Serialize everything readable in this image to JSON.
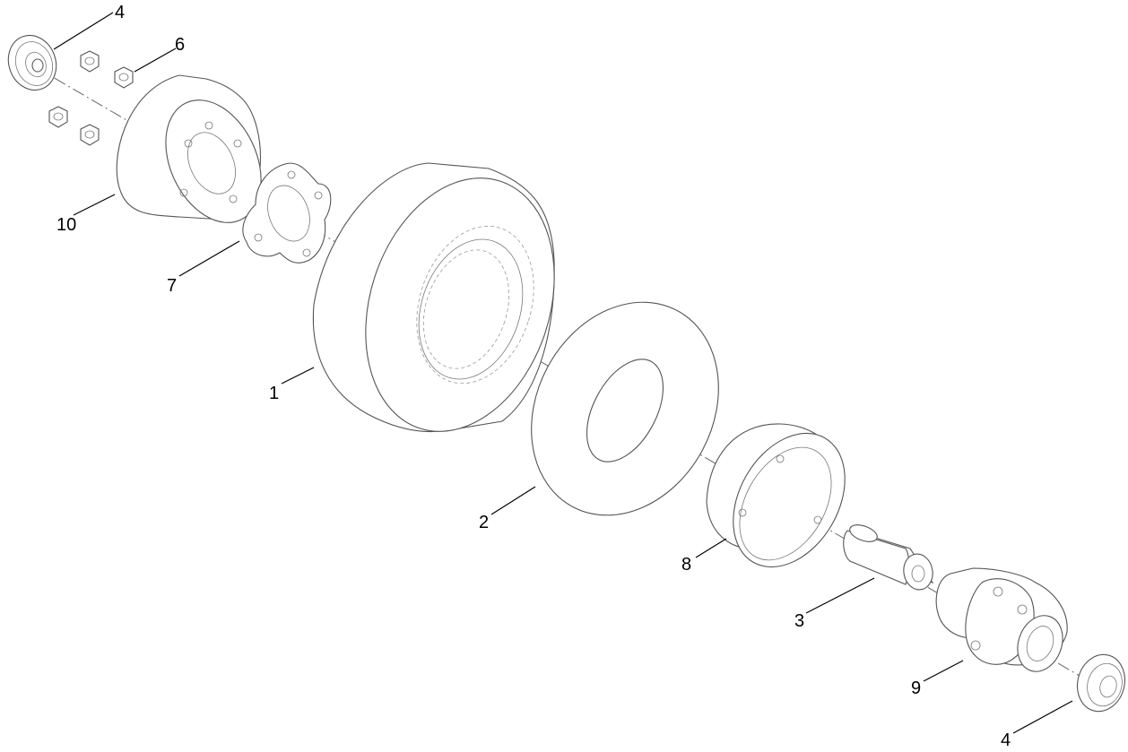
{
  "callouts": {
    "c1": "1",
    "c2": "2",
    "c3": "3",
    "c4a": "4",
    "c4b": "4",
    "c6": "6",
    "c7": "7",
    "c8": "8",
    "c9": "9",
    "c10": "10"
  }
}
